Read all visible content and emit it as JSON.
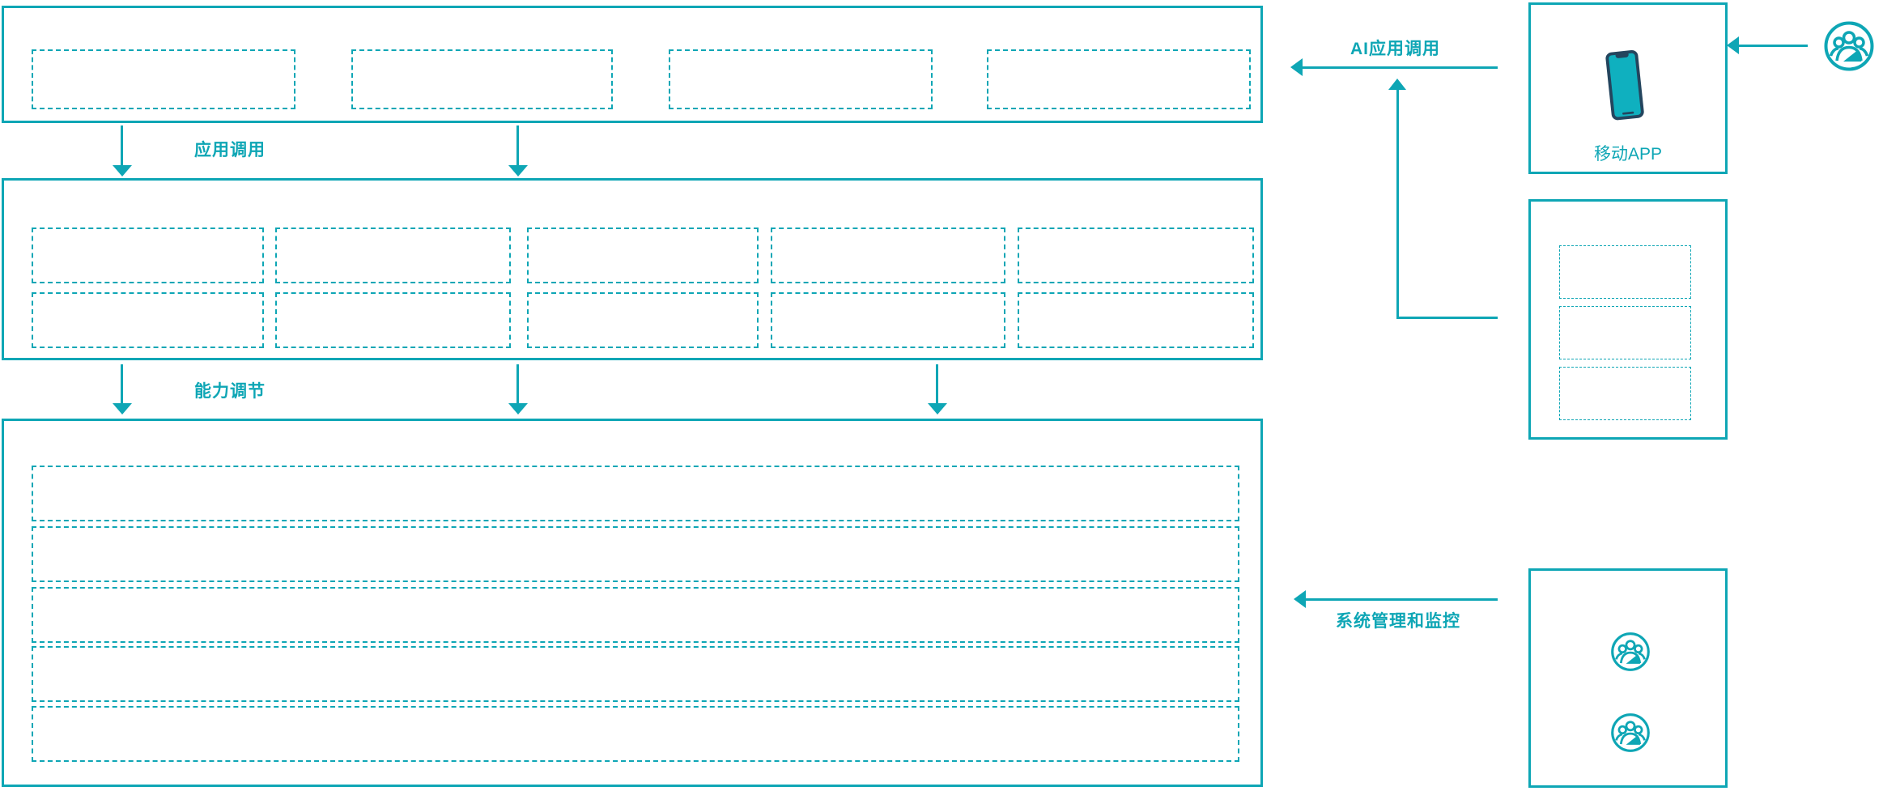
{
  "colors": {
    "teal": "#0ea6b5",
    "phone_frame_navy": "#24455e",
    "phone_screen_teal": "#0fb0bf"
  },
  "flow_labels": {
    "app_call": "应用调用",
    "capability_adjust": "能力调节",
    "ai_app_call": "AI应用调用",
    "system_management": "系统管理和监控"
  },
  "layers": {
    "top_layer": {
      "placeholder_count": 4
    },
    "middle_layer": {
      "placeholder_rows": 2,
      "placeholder_cols": 5
    },
    "bottom_layer": {
      "placeholder_rows": 5
    }
  },
  "right_panel": {
    "mobile_app_box": {
      "label": "移动APP",
      "icon": "smartphone-icon"
    },
    "service_box": {
      "placeholder_count": 3
    },
    "admin_box": {
      "icons": [
        "users-icon",
        "users-icon"
      ]
    }
  },
  "external_user": {
    "icon": "users-icon"
  }
}
